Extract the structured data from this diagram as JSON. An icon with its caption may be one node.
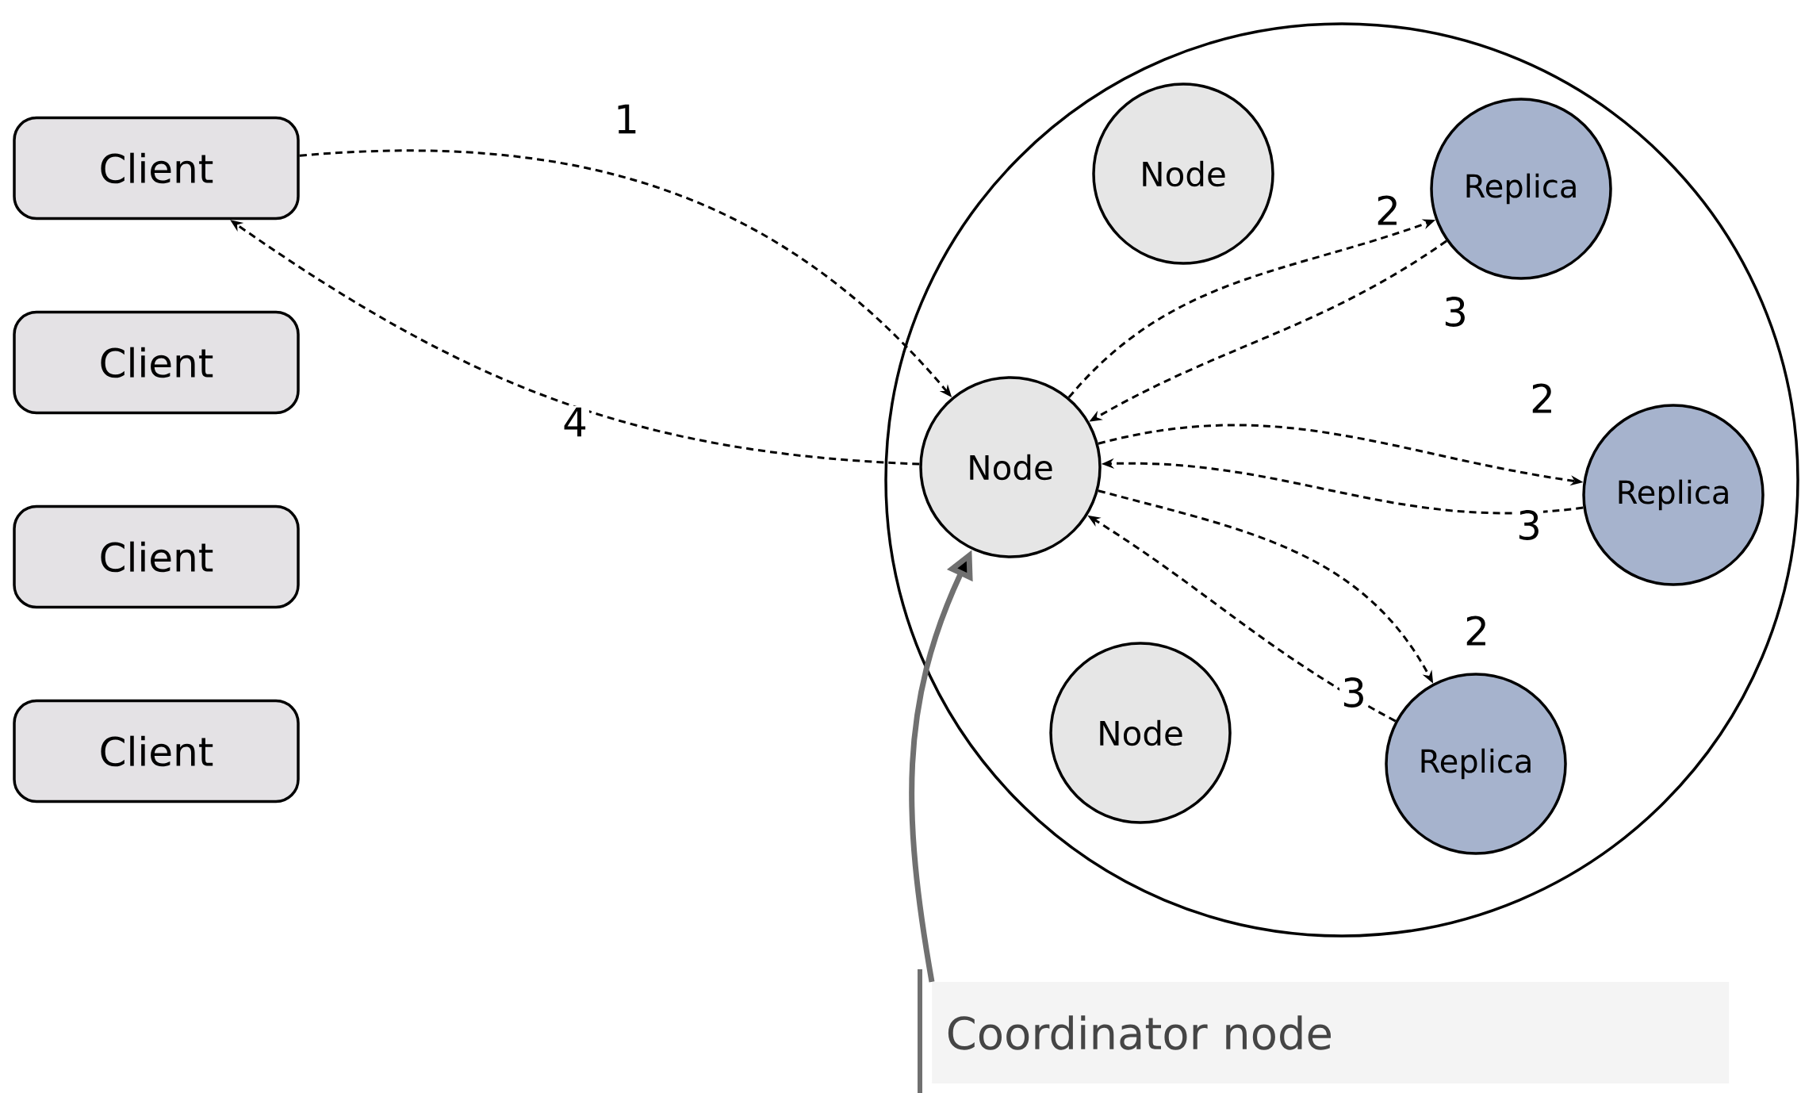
{
  "diagram": {
    "nodes": [
      {
        "text": [
          "Client"
        ]
      },
      {
        "text": [
          "Client"
        ]
      },
      {
        "text": [
          "Client"
        ]
      },
      {
        "text": [
          "Client"
        ]
      },
      {
        "text": [],
        "shape": "circle"
      },
      {
        "text": [
          "Node"
        ],
        "in": 4
      },
      {
        "text": [
          "Replica"
        ],
        "in": 4
      },
      {
        "text": [
          "Node"
        ],
        "in": 4
      },
      {
        "text": [
          "Replica"
        ],
        "in": 4
      },
      {
        "text": [
          "Node"
        ],
        "in": 4
      },
      {
        "text": [
          "Replica"
        ],
        "in": 4
      },
      {
        "text": [
          "Coordinator node"
        ]
      }
    ],
    "edges": [
      {
        "from": 0,
        "to": 7,
        "arrow": "to",
        "label": "1",
        "style": "dashed"
      },
      {
        "from": 7,
        "to": 0,
        "arrow": "to",
        "label": "4",
        "style": "dashed"
      },
      {
        "from": 7,
        "to": 6,
        "arrow": "to",
        "label": "2",
        "style": "dashed"
      },
      {
        "from": 6,
        "to": 7,
        "arrow": "to",
        "label": "3",
        "style": "dashed"
      },
      {
        "from": 7,
        "to": 8,
        "arrow": "to",
        "label": "2",
        "style": "dashed"
      },
      {
        "from": 8,
        "to": 7,
        "arrow": "to",
        "label": "3",
        "style": "dashed"
      },
      {
        "from": 7,
        "to": 10,
        "arrow": "to",
        "label": "2",
        "style": "dashed"
      },
      {
        "from": 10,
        "to": 7,
        "arrow": "to",
        "label": "3",
        "style": "dashed"
      },
      {
        "from": 11,
        "to": 7,
        "arrow": "to",
        "style": "thick",
        "color": "#707070"
      }
    ]
  }
}
